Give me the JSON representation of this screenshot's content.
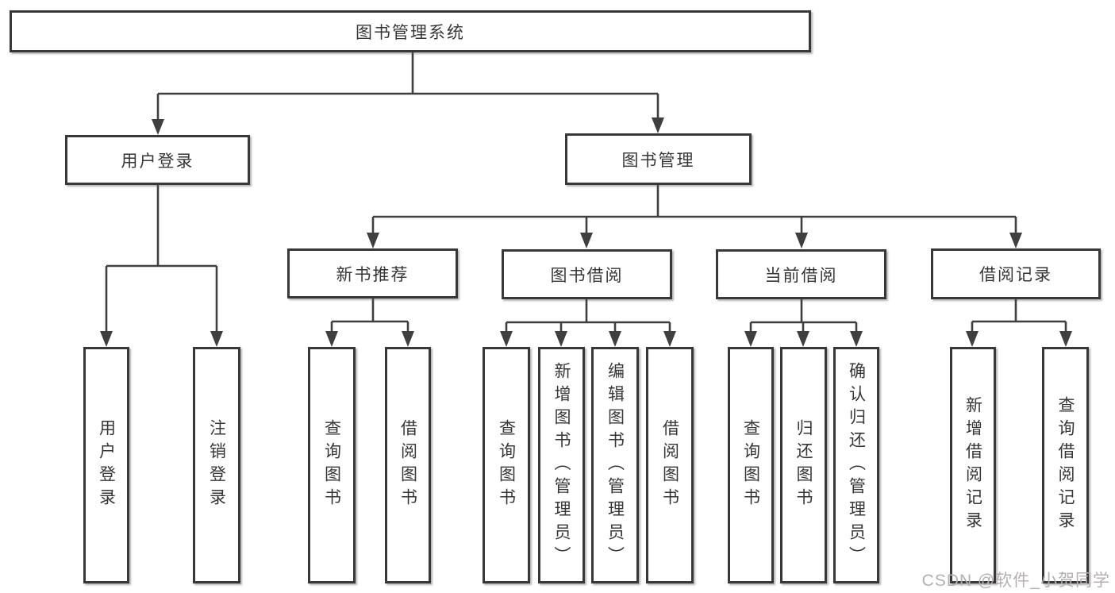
{
  "tree": {
    "root": {
      "label": "图书管理系统"
    },
    "branches": [
      {
        "label": "用户登录",
        "children": [
          {
            "label": "用户登录"
          },
          {
            "label": "注销登录"
          }
        ]
      },
      {
        "label": "图书管理",
        "sections": [
          {
            "label": "新书推荐",
            "children": [
              {
                "label": "查询图书"
              },
              {
                "label": "借阅图书"
              }
            ]
          },
          {
            "label": "图书借阅",
            "children": [
              {
                "label": "查询图书"
              },
              {
                "label": "新增图书（管理员）"
              },
              {
                "label": "编辑图书（管理员）"
              },
              {
                "label": "借阅图书"
              }
            ]
          },
          {
            "label": "当前借阅",
            "children": [
              {
                "label": "查询图书"
              },
              {
                "label": "归还图书"
              },
              {
                "label": "确认归还（管理员）"
              }
            ]
          },
          {
            "label": "借阅记录",
            "children": [
              {
                "label": "新增借阅记录"
              },
              {
                "label": "查询借阅记录"
              }
            ]
          }
        ]
      }
    ]
  },
  "watermark": {
    "text": "CSDN @软件_小贺同学"
  },
  "colors": {
    "line": "#3f3f3f",
    "box_border": "#383838",
    "text": "#363636",
    "watermark": "#b4b0b0",
    "background": "#ffffff"
  }
}
